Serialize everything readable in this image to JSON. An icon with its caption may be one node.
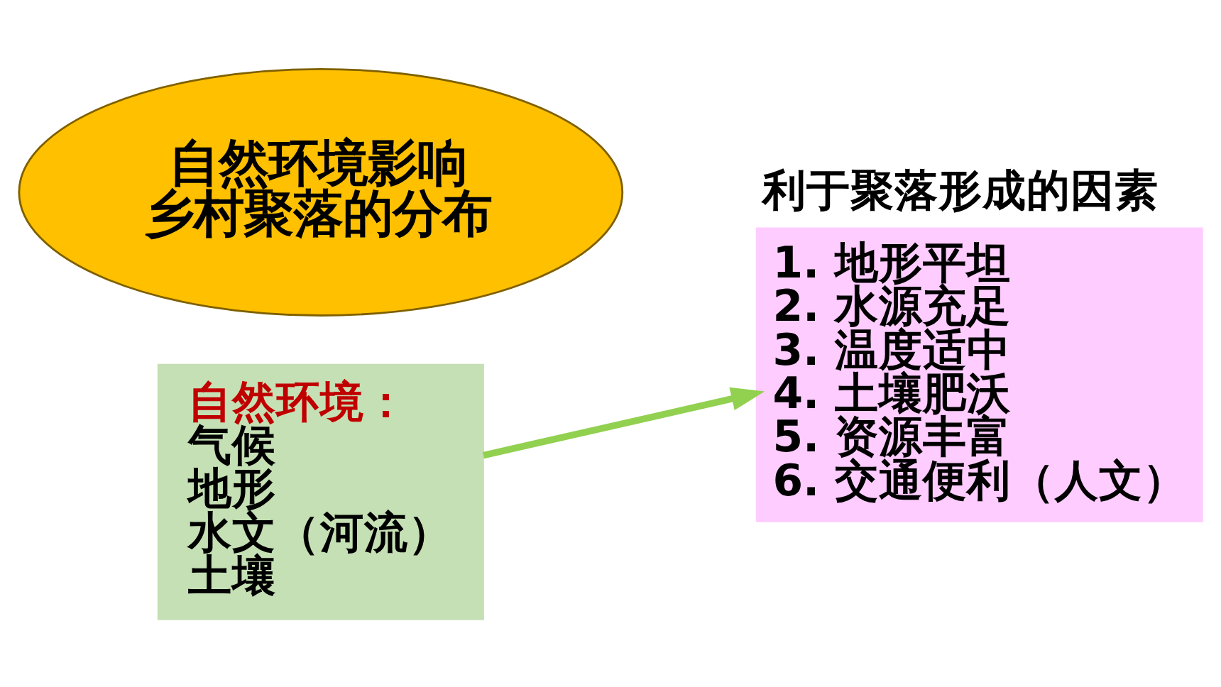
{
  "diagram": {
    "nodes": [
      {
        "text": [
          "自然环境影响乡村聚落的分布"
        ]
      },
      {
        "text": [
          "自然环境：",
          "气候",
          "地形",
          "水文（河流）",
          "土壤"
        ]
      },
      {
        "text": [
          "利于聚落形成的因素",
          "1. 地形平坦",
          "2. 水源充足",
          "3. 温度适中",
          "4. 土壤肥沃",
          "5. 资源丰富",
          "6. 交通便利（人文）"
        ]
      }
    ],
    "edges": [
      {
        "from": 1,
        "to": 2,
        "arrow": "to"
      }
    ]
  }
}
